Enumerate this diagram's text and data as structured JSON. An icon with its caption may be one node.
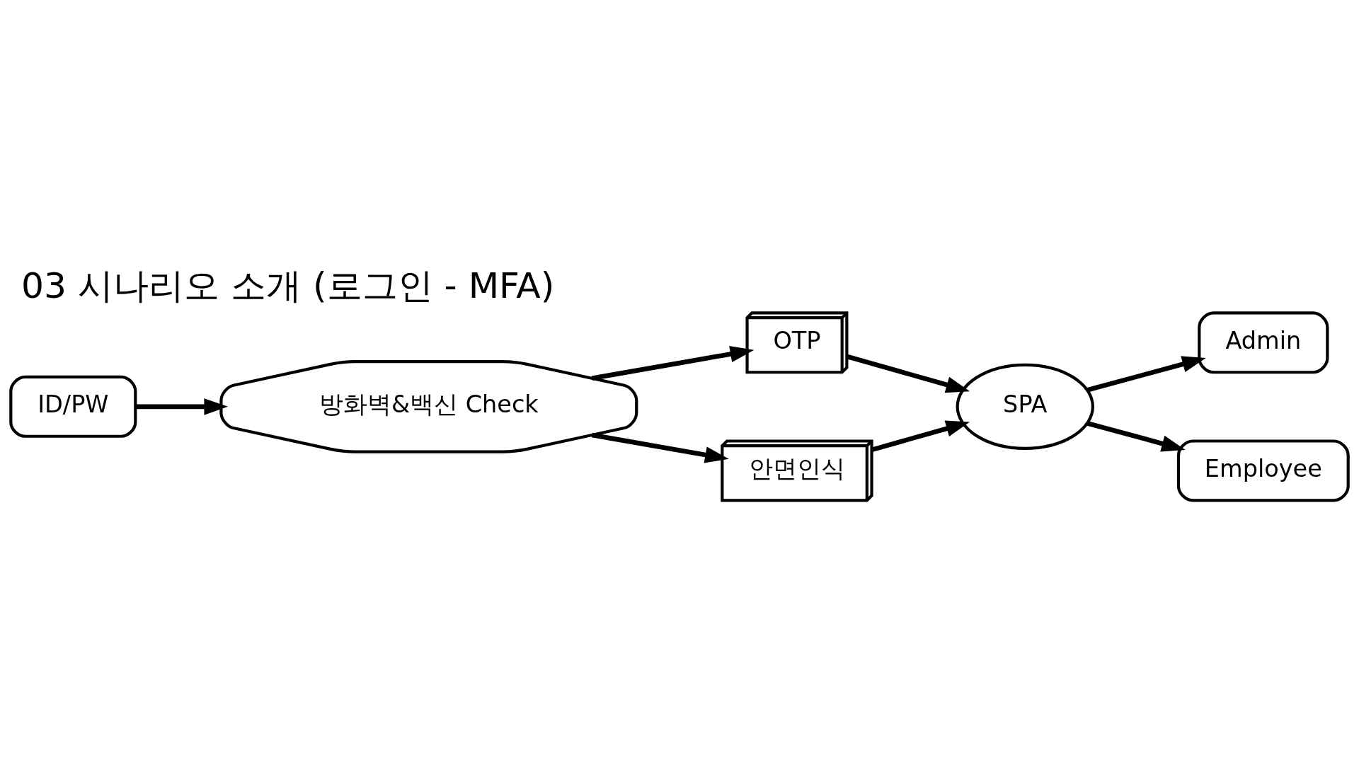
{
  "diagram": {
    "title": "03 시나리오 소개 (로그인 - MFA)",
    "nodes": [
      {
        "text": [
          "ID/PW"
        ]
      },
      {
        "text": [
          "방화벽&백신 Check"
        ]
      },
      {
        "text": [
          "OTP"
        ]
      },
      {
        "text": [
          "안면인식"
        ]
      },
      {
        "text": [
          "SPA"
        ]
      },
      {
        "text": [
          "Admin"
        ]
      },
      {
        "text": [
          "Employee"
        ]
      }
    ],
    "edges": [
      {
        "from": 0,
        "to": 1,
        "arrow": "to"
      },
      {
        "from": 1,
        "to": 2,
        "arrow": "to"
      },
      {
        "from": 1,
        "to": 3,
        "arrow": "to"
      },
      {
        "from": 2,
        "to": 4,
        "arrow": "to"
      },
      {
        "from": 3,
        "to": 4,
        "arrow": "to"
      },
      {
        "from": 4,
        "to": 5,
        "arrow": "to"
      },
      {
        "from": 4,
        "to": 6,
        "arrow": "to"
      }
    ]
  }
}
